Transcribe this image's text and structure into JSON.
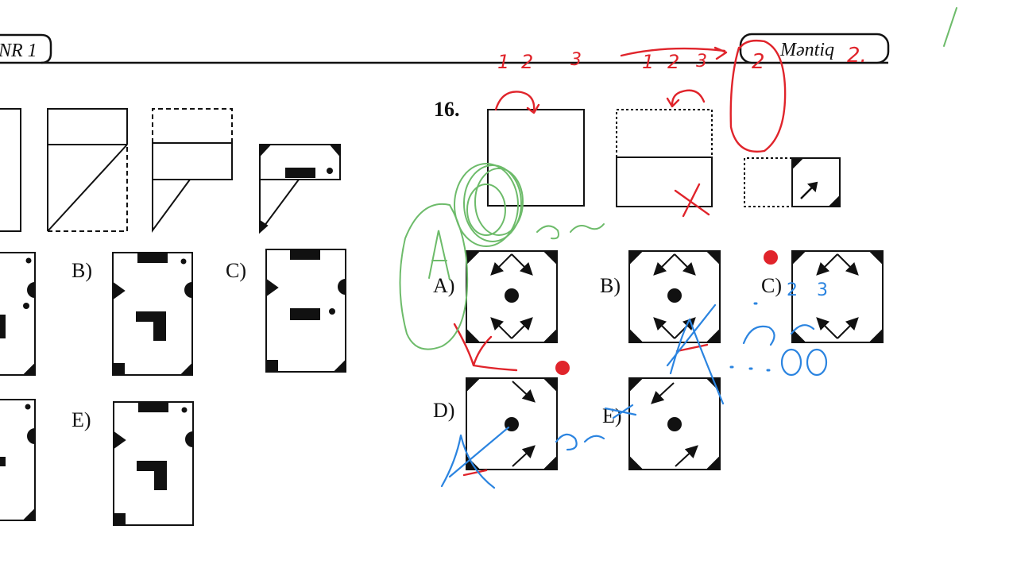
{
  "header": {
    "left_tab": "NR 1",
    "right_tab": "Məntiq"
  },
  "question": {
    "number": "16.",
    "options": [
      "A)",
      "B)",
      "C)",
      "D)",
      "E)"
    ]
  },
  "left_question": {
    "options": [
      "B)",
      "C)",
      "E)"
    ]
  },
  "annotations": {
    "red_sequence_1": [
      "1",
      "2",
      "3"
    ],
    "red_sequence_2": [
      "1",
      "2",
      "3"
    ],
    "red_circled": "2",
    "red_answer": "2.",
    "blue_digits": [
      "2",
      "3"
    ]
  },
  "colors": {
    "ink": "#111111",
    "red_pen": "#e0242b",
    "green_pen": "#6dbb6a",
    "blue_pen": "#2b84e0"
  }
}
